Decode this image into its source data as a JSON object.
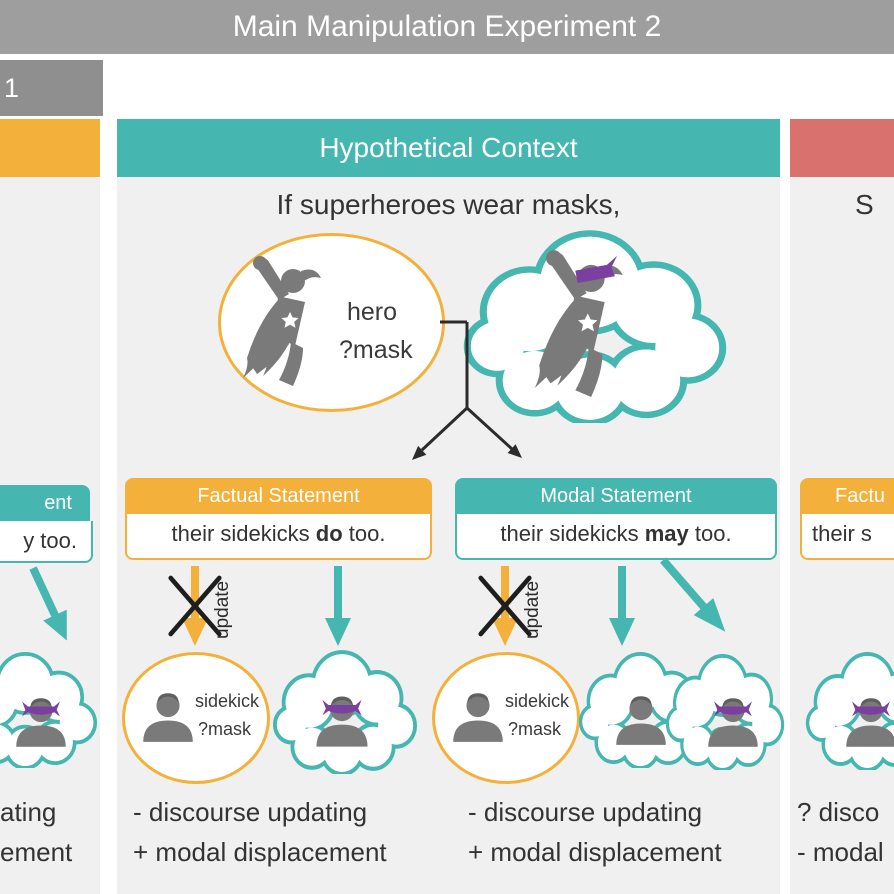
{
  "banner": {
    "title": "Main Manipulation Experiment 2"
  },
  "colors": {
    "banner_gray": "#9e9e9e",
    "tab_gray": "#8f8f8f",
    "teal": "#45b7b0",
    "yellow": "#f3b13b",
    "red": "#d9716f",
    "panel_background": "#f0f0f0",
    "figure_gray": "#7a7a7a",
    "mask_purple": "#7b3fa0",
    "text": "#3a3a3a"
  },
  "left_panel": {
    "tab_label_fragment": "1",
    "statement_header_fragment": "ent",
    "statement_sentence_fragment": "y too.",
    "caption_line1_fragment": "ating",
    "caption_line2_fragment": "ement"
  },
  "center_panel": {
    "header": "Hypothetical Context",
    "context_sentence": "If superheroes wear masks,",
    "hero_label_line1": "hero",
    "hero_label_line2": "?mask",
    "factual": {
      "header": "Factual Statement",
      "sentence_pre": "their sidekicks ",
      "sentence_bold": "do",
      "sentence_post": " too.",
      "update_label": "update",
      "sidekick_label_line1": "sidekick",
      "sidekick_label_line2": "?mask",
      "caption_line1": "- discourse updating",
      "caption_line2": "+ modal displacement"
    },
    "modal": {
      "header": "Modal Statement",
      "sentence_pre": "their sidekicks ",
      "sentence_bold": "may",
      "sentence_post": " too.",
      "update_label": "update",
      "sidekick_label_line1": "sidekick",
      "sidekick_label_line2": "?mask",
      "caption_line1": "- discourse updating",
      "caption_line2": "+ modal displacement"
    }
  },
  "right_panel": {
    "context_sentence_fragment": "S",
    "statement_header_fragment": "Factu",
    "statement_sentence_fragment": "their s",
    "caption_line1_fragment": "? disco",
    "caption_line2_fragment": "- modal"
  }
}
